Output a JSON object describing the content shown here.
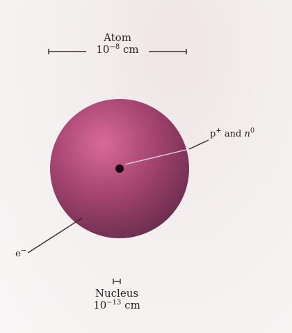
{
  "atom": {
    "title": "Atom",
    "size_base": "10",
    "size_exp": "−8",
    "size_unit": "cm"
  },
  "nucleus": {
    "title": "Nucleus",
    "size_base": "10",
    "size_exp": "−13",
    "size_unit": "cm"
  },
  "labels": {
    "protons": "p",
    "protons_charge": "+",
    "conjunction": "and",
    "neutrons": "n",
    "neutrons_charge": "0",
    "electron": "e",
    "electron_charge": "−"
  },
  "colors": {
    "sphere_light": "#d86a97",
    "sphere_mid": "#a2426f",
    "sphere_dark": "#6c2e4e",
    "nucleus": "#1a0712",
    "line": "#3a2a2a"
  }
}
